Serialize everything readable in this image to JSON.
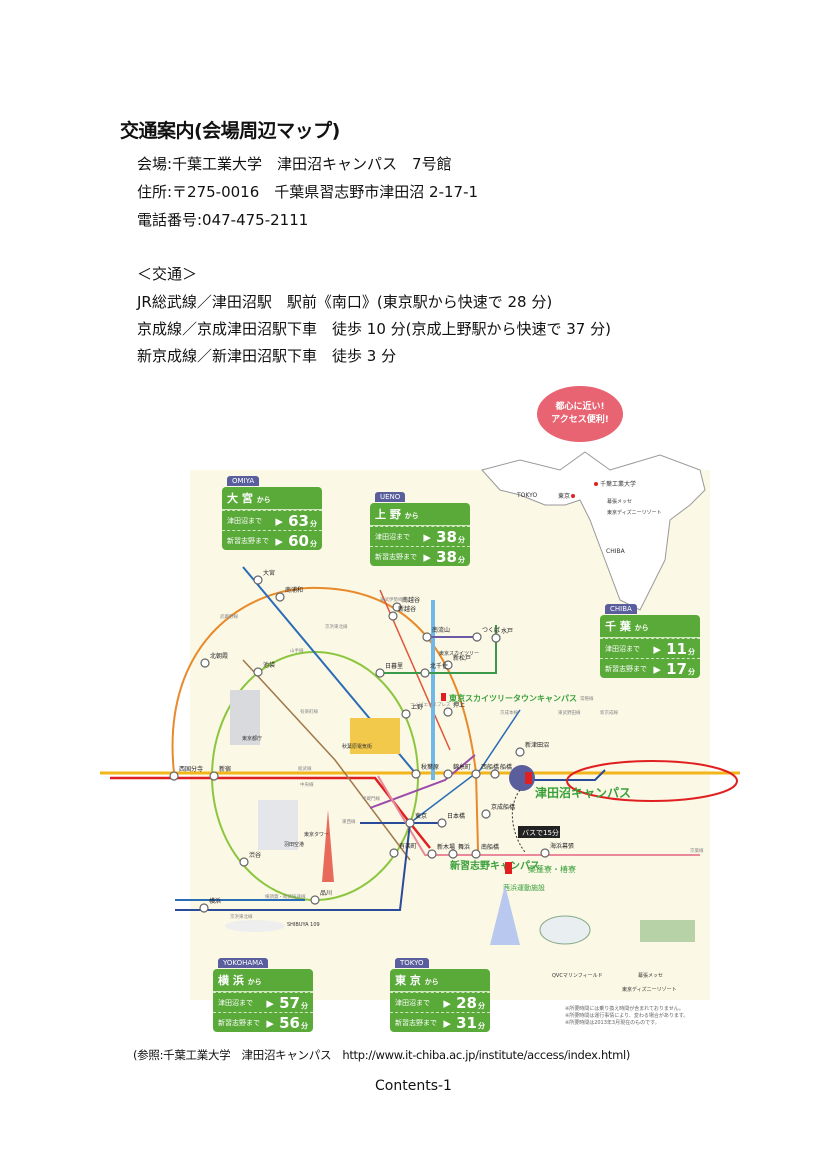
{
  "title": "交通案内(会場周辺マップ)",
  "venue": "会場:千葉工業大学　津田沼キャンパス　7号館",
  "address": "住所:〒275-0016　千葉県習志野市津田沼 2-17-1",
  "phone": "電話番号:047-475-2111",
  "access_heading": "＜交通＞",
  "access": [
    "JR総武線／津田沼駅　駅前《南口》(東京駅から快速で 28 分)",
    "京成線／京成津田沼駅下車　徒歩 10 分(京成上野駅から快速で 37 分)",
    "新京成線／新津田沼駅下車　徒歩 3 分"
  ],
  "map": {
    "bubble": [
      "都心に近い!",
      "アクセス便利!"
    ],
    "inset": {
      "tokyo": "TOKYO",
      "chiba": "CHIBA",
      "tokyo_station": "東京",
      "university": "千葉工業大学",
      "makuhari": "幕張メッセ",
      "disney": "東京ディズニーリゾート"
    },
    "boxes": [
      {
        "tag": "OMIYA",
        "from": "大 宮",
        "kara": "から",
        "rows": [
          {
            "dest": "津田沼まで",
            "min": "63"
          },
          {
            "dest": "新習志野まで",
            "min": "60"
          }
        ]
      },
      {
        "tag": "UENO",
        "from": "上 野",
        "kara": "から",
        "rows": [
          {
            "dest": "津田沼まで",
            "min": "38"
          },
          {
            "dest": "新習志野まで",
            "min": "38"
          }
        ]
      },
      {
        "tag": "CHIBA",
        "from": "千 葉",
        "kara": "から",
        "rows": [
          {
            "dest": "津田沼まで",
            "min": "11"
          },
          {
            "dest": "新習志野まで",
            "min": "17"
          }
        ]
      },
      {
        "tag": "YOKOHAMA",
        "from": "横 浜",
        "kara": "から",
        "rows": [
          {
            "dest": "津田沼まで",
            "min": "57"
          },
          {
            "dest": "新習志野まで",
            "min": "56"
          }
        ]
      },
      {
        "tag": "TOKYO",
        "from": "東 京",
        "kara": "から",
        "rows": [
          {
            "dest": "津田沼まで",
            "min": "28"
          },
          {
            "dest": "新習志野まで",
            "min": "31"
          }
        ]
      }
    ],
    "unit": "分",
    "stations": [
      "大宮",
      "南浦和",
      "北朝霞",
      "池袋",
      "日暮里",
      "南越谷",
      "新越谷",
      "南流山",
      "つくば",
      "水戸",
      "新松戸",
      "北千住",
      "上野",
      "押上",
      "秋葉原",
      "錦糸町",
      "西船橋",
      "船橋",
      "東京",
      "日本橋",
      "有楽町",
      "新木場",
      "舞浜",
      "南船橋",
      "海浜幕張",
      "渋谷",
      "品川",
      "横浜",
      "新宿",
      "西国分寺",
      "京成船橋",
      "新津田沼"
    ],
    "landmarks": [
      "東京都庁",
      "秋葉原電気街",
      "SHIBUYA 109",
      "東京タワー",
      "東京スカイツリー",
      "羽田空港",
      "東京ディズニーリゾート",
      "QVCマリンフィールド",
      "幕張メッセ"
    ],
    "campuses": {
      "tsudanuma": "津田沼キャンパス",
      "shin_narashino": "新習志野キャンパス",
      "skytree": "東京スカイツリータウンキャンパス",
      "dorm": "桑蓬寮・椿寮",
      "sports": "茜浜運動施設"
    },
    "bus": "バスで15分",
    "lines": [
      "武蔵野線",
      "京浜東北線",
      "山手線",
      "総武線",
      "中央線",
      "有楽町線",
      "東武伊勢崎線",
      "常磐線",
      "京成本線",
      "東武野田線",
      "新京成線",
      "つくばエクスプレス",
      "半蔵門線",
      "東西線",
      "京葉線",
      "横須賀・総武快速線",
      "京浜東北線"
    ],
    "notes": [
      "※所要時間には乗り換え時間が含まれておりません。",
      "※所要時間は運行事情により、変わる場合があります。",
      "※所要時間は2013年3月現在のものです。"
    ]
  },
  "reference": "(参照:千葉工業大学　津田沼キャンパス　http://www.it-chiba.ac.jp/institute/access/index.html)",
  "footer": "Contents-1",
  "colors": {
    "green": "#5aaa3a",
    "navy": "#5a5e9c",
    "bubble": "#e86472",
    "highlight": "#e02020"
  }
}
